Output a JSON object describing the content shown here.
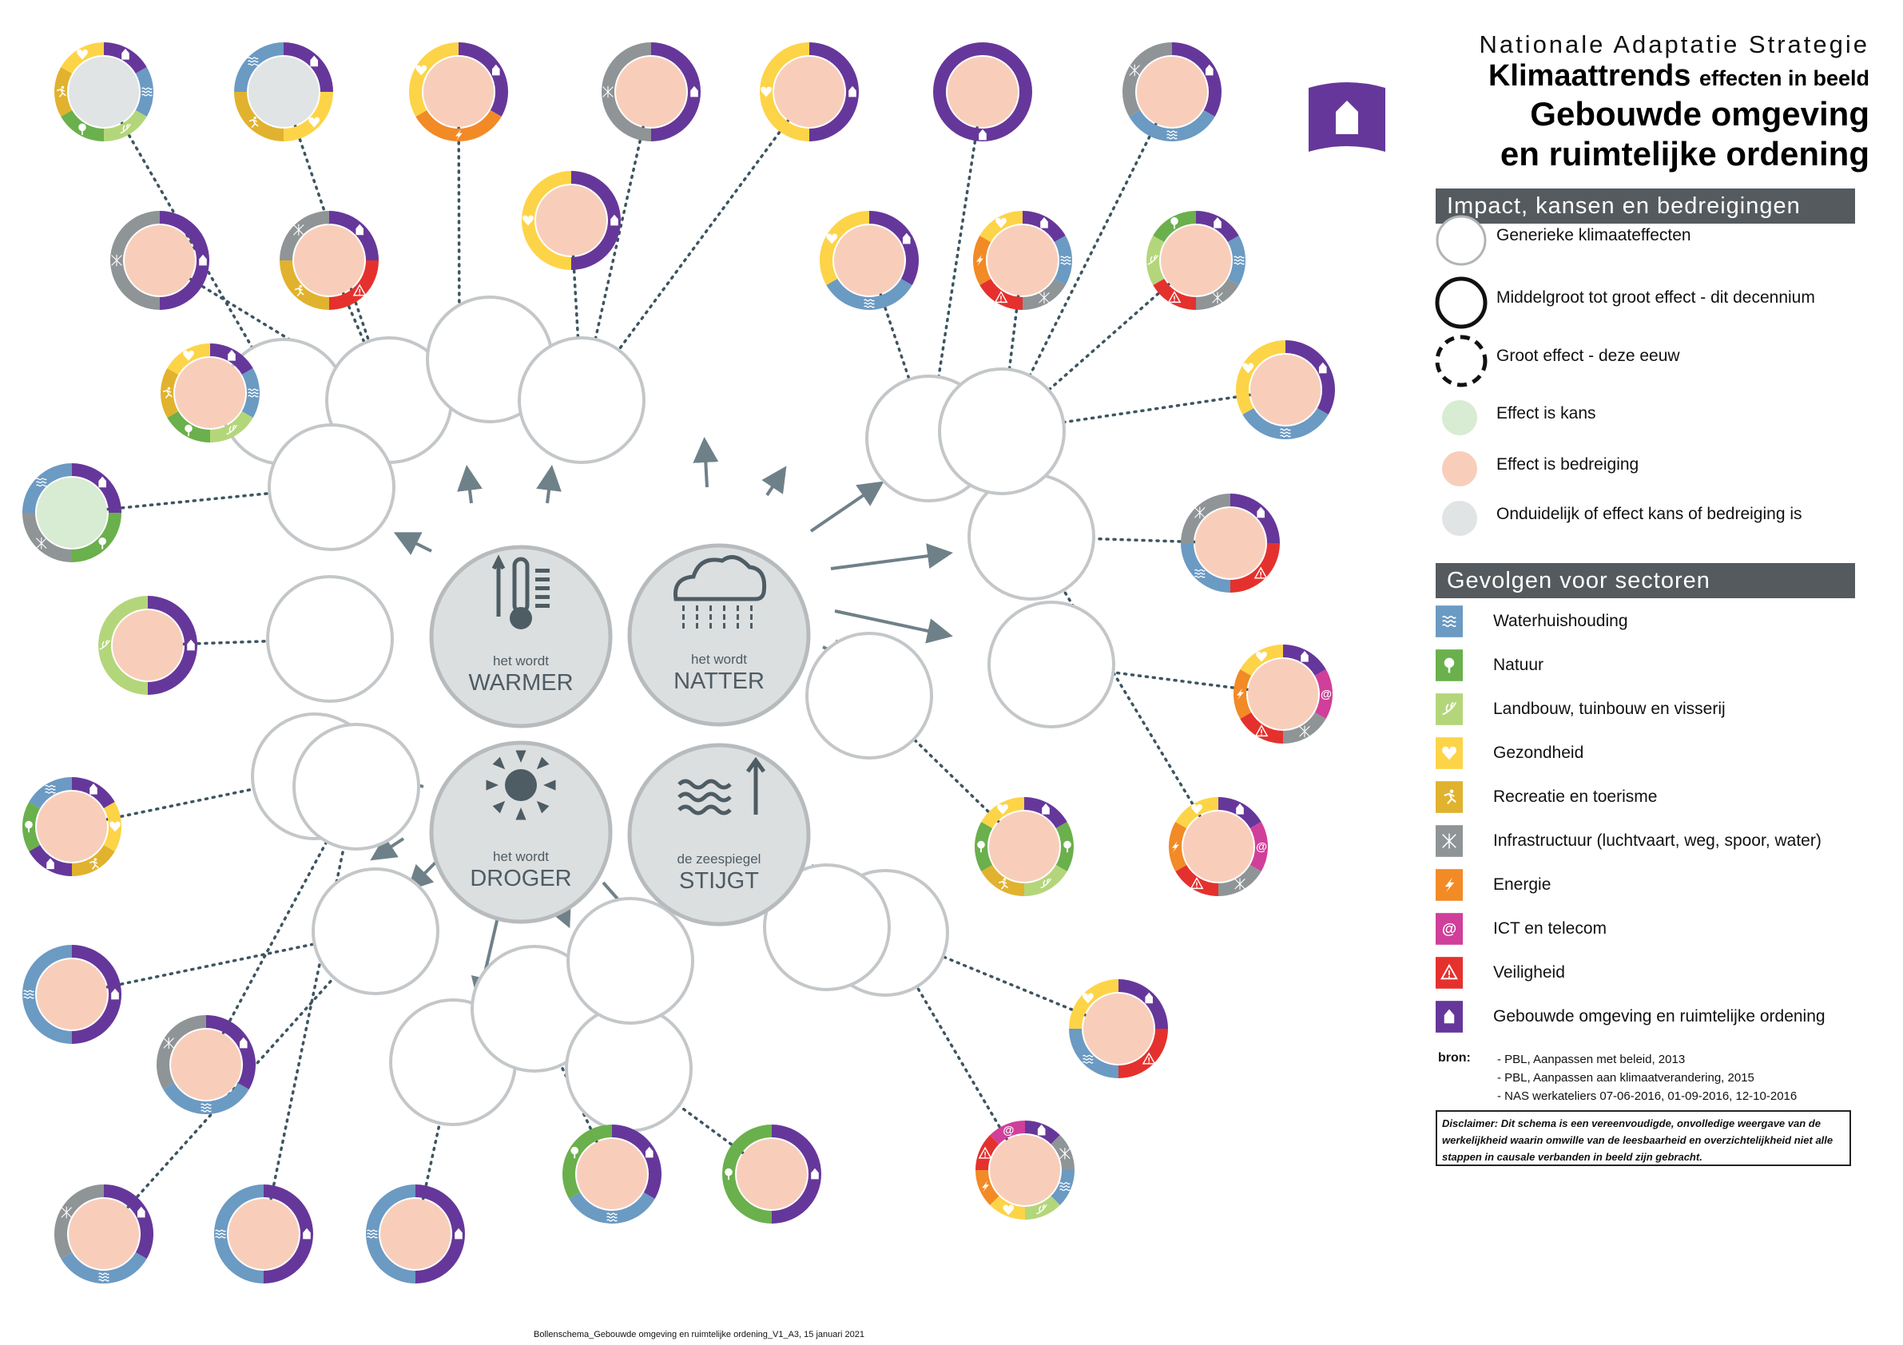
{
  "header": {
    "organization": "Nationale Adaptatie Strategie",
    "title_main": "Klimaattrends",
    "title_small": "effecten in beeld",
    "subtitle_line1": "Gebouwde omgeving",
    "subtitle_line2": "en ruimtelijke ordening"
  },
  "legend": {
    "impact_header": "Impact, kansen en bedreigingen",
    "impact_items": [
      {
        "label": "Generieke klimaateffecten",
        "style": "thin"
      },
      {
        "label": "Middelgroot tot groot effect - dit decennium",
        "style": "thick"
      },
      {
        "label": "Groot effect - deze eeuw",
        "style": "dashed"
      },
      {
        "label": "Effect is kans",
        "style": "fill",
        "color": "#d8ebd3"
      },
      {
        "label": "Effect is bedreiging",
        "style": "fill",
        "color": "#f8cebb"
      },
      {
        "label": "Onduidelijk of effect kans of bedreiging is",
        "style": "fill",
        "color": "#e1e4e5"
      }
    ],
    "sectors_header": "Gevolgen voor sectoren",
    "sectors": [
      {
        "key": "water",
        "label": "Waterhuishouding",
        "color": "#6b9ac3",
        "icon": "waves-icon"
      },
      {
        "key": "nature",
        "label": "Natuur",
        "color": "#6ab04c",
        "icon": "tree-icon"
      },
      {
        "key": "agri",
        "label": "Landbouw, tuinbouw en visserij",
        "color": "#b4d67a",
        "icon": "wheat-icon"
      },
      {
        "key": "health",
        "label": "Gezondheid",
        "color": "#fdd447",
        "icon": "heart-icon"
      },
      {
        "key": "rec",
        "label": "Recreatie en toerisme",
        "color": "#e1b22e",
        "icon": "runner-icon"
      },
      {
        "key": "infra",
        "label": "Infrastructuur (luchtvaart, weg, spoor, water)",
        "color": "#8f9496",
        "icon": "crossroads-icon"
      },
      {
        "key": "energy",
        "label": "Energie",
        "color": "#f28a26",
        "icon": "lightning-icon"
      },
      {
        "key": "ict",
        "label": "ICT en telecom",
        "color": "#d03f9a",
        "icon": "at-icon"
      },
      {
        "key": "safety",
        "label": "Veiligheid",
        "color": "#e5312d",
        "icon": "warning-icon"
      },
      {
        "key": "built",
        "label": "Gebouwde omgeving en ruimtelijke ordening",
        "color": "#66379a",
        "icon": "house-icon"
      }
    ],
    "bron_label": "bron:",
    "sources": [
      "- PBL, Aanpassen met beleid, 2013",
      "- PBL, Aanpassen aan klimaatverandering, 2015",
      "- NAS werkateliers 07-06-2016, 01-09-2016, 12-10-2016"
    ],
    "disclaimer": "Disclaimer: Dit schema  is  een vereenvoudigde, onvolledige weergave van de werkelijkheid waarin omwille van de leesbaarheid en overzichtelijkheid niet alle stappen in causale verbanden in beeld zijn gebracht."
  },
  "trends": [
    {
      "small": "het wordt",
      "big": "WARMER",
      "icon": "thermometer-icon"
    },
    {
      "small": "het wordt",
      "big": "NATTER",
      "icon": "rain-cloud-icon"
    },
    {
      "small": "het wordt",
      "big": "DROGER",
      "icon": "sun-icon"
    },
    {
      "small": "de zeespiegel",
      "big": "STIJGT",
      "icon": "sea-level-icon"
    }
  ],
  "colors": {
    "threat": "#f8cebb",
    "chance": "#d8ebd3",
    "unclear": "#e1e4e5",
    "effect_ring": "#c4c7c9",
    "trend_fill": "#dcdfe0",
    "arrow": "#6f8188",
    "dots": "#3d5560"
  },
  "footer": "Bollenschema_Gebouwde omgeving en ruimtelijke ordening_V1_A3, 15 januari 2021"
}
